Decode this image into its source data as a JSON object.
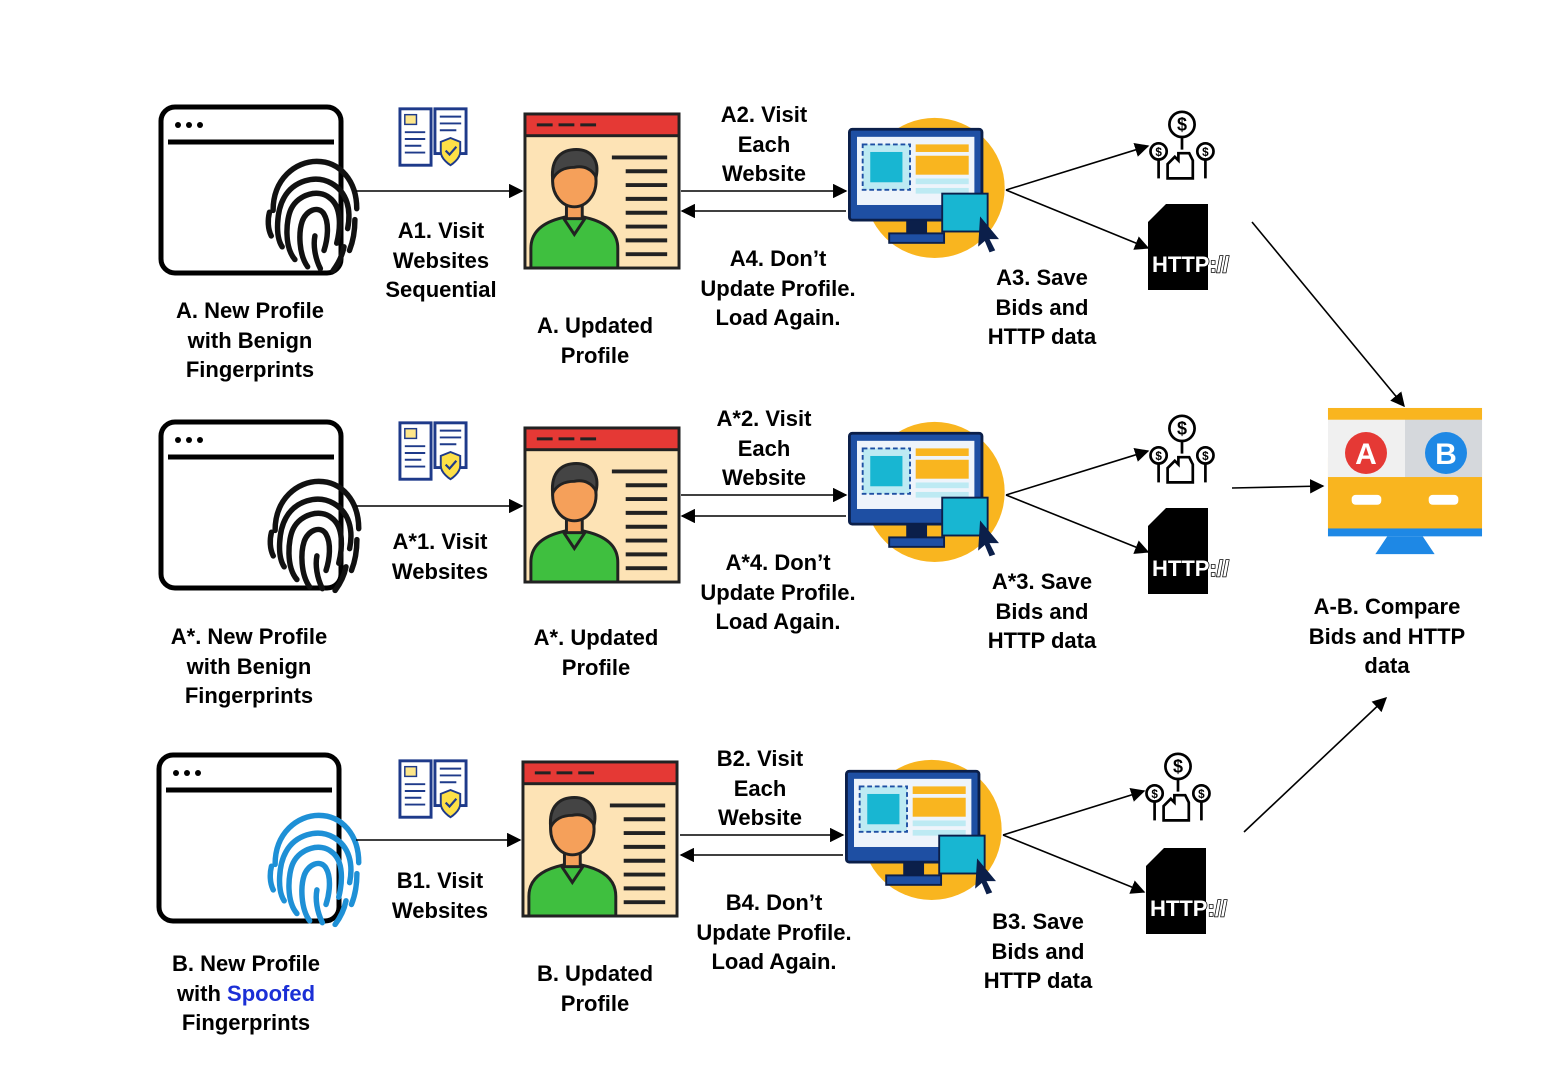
{
  "rows": {
    "A": {
      "profile_label": [
        "A. New Profile",
        "with Benign",
        "Fingerprints"
      ],
      "visit_label": [
        "A1. Visit",
        "Websites",
        "Sequential"
      ],
      "updated_label": [
        "A. Updated",
        "Profile"
      ],
      "visit_each_label": [
        "A2. Visit",
        "Each",
        "Website"
      ],
      "dont_update_label": [
        "A4. Don’t",
        "Update Profile.",
        "Load Again."
      ],
      "save_label": [
        "A3. Save",
        "Bids and",
        "HTTP data"
      ]
    },
    "Astar": {
      "profile_label": [
        "A*. New Profile",
        "with Benign",
        "Fingerprints"
      ],
      "visit_label": [
        "A*1. Visit",
        "Websites"
      ],
      "updated_label": [
        "A*. Updated",
        "Profile"
      ],
      "visit_each_label": [
        "A*2. Visit",
        "Each",
        "Website"
      ],
      "dont_update_label": [
        "A*4. Don’t",
        "Update Profile.",
        "Load Again."
      ],
      "save_label": [
        "A*3. Save",
        "Bids and",
        "HTTP data"
      ]
    },
    "B": {
      "profile_label_line1": "B. New Profile",
      "profile_label_line2_prefix": "with ",
      "profile_label_line2_highlight": "Spoofed",
      "profile_label_line3": "Fingerprints",
      "visit_label": [
        "B1. Visit",
        "Websites"
      ],
      "updated_label": [
        "B. Updated",
        "Profile"
      ],
      "visit_each_label": [
        "B2. Visit",
        "Each",
        "Website"
      ],
      "dont_update_label": [
        "B4. Don’t",
        "Update Profile.",
        "Load Again."
      ],
      "save_label": [
        "B3. Save",
        "Bids and",
        "HTTP data"
      ]
    }
  },
  "compare": {
    "label": [
      "A-B. Compare",
      "Bids and HTTP",
      "data"
    ],
    "badge_a": "A",
    "badge_b": "B"
  },
  "http_text": "HTTP://",
  "dollar_symbol": "$",
  "colors": {
    "benign_fingerprint": "#111111",
    "spoofed_fingerprint": "#1e90d6",
    "spoofed_text": "#1b2fd6",
    "profile_header": "#e53935",
    "profile_body": "#fde3b5",
    "person_shirt": "#3fbf3f",
    "person_skin": "#f5a05a",
    "monitor_body": "#1e4fa3",
    "monitor_circle": "#f9b51f",
    "compare_top_left": "#f0f0f0",
    "compare_top_right": "#d5d8dc",
    "compare_bottom": "#f9b51f",
    "badge_a": "#e53935",
    "badge_b": "#1e88e5"
  }
}
